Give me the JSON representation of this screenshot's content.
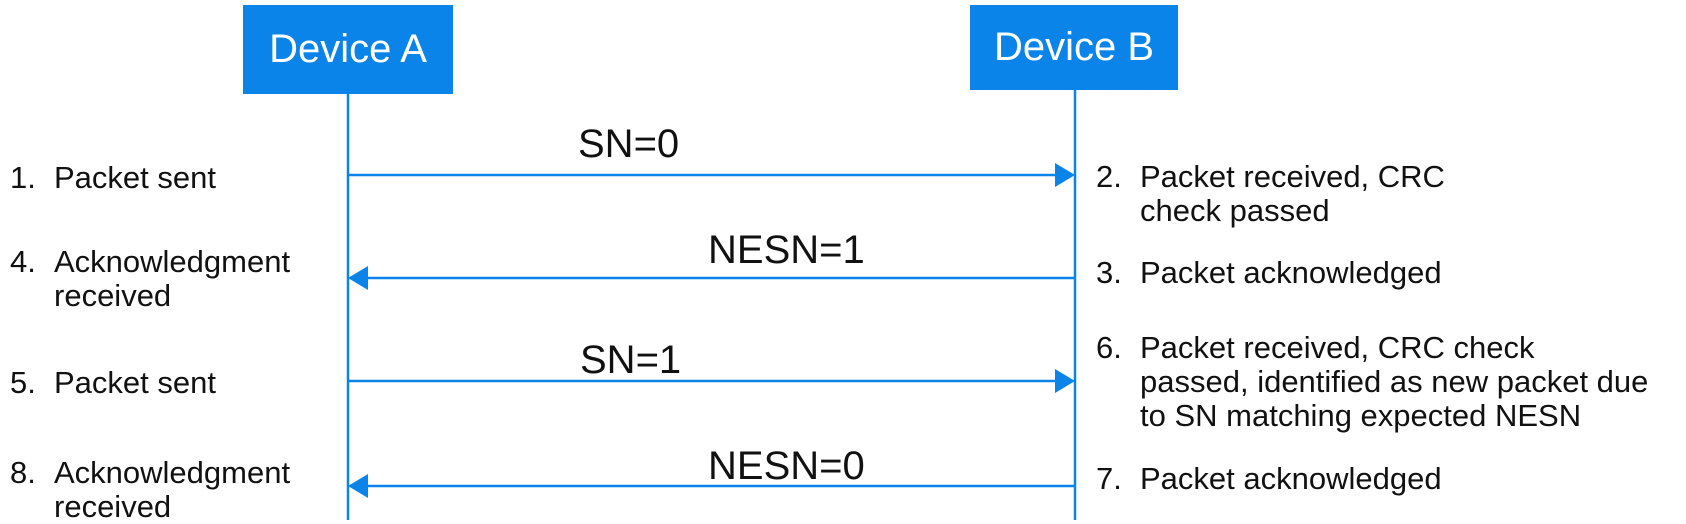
{
  "devices": {
    "a": "Device A",
    "b": "Device B"
  },
  "messages": [
    "SN=0",
    "NESN=1",
    "SN=1",
    "NESN=0"
  ],
  "steps": [
    {
      "num": "1.",
      "text": "Packet sent"
    },
    {
      "num": "2.",
      "text": "Packet received, CRC\ncheck passed"
    },
    {
      "num": "3.",
      "text": "Packet acknowledged"
    },
    {
      "num": "4.",
      "text": "Acknowledgment\nreceived"
    },
    {
      "num": "5.",
      "text": "Packet sent"
    },
    {
      "num": "6.",
      "text": "Packet received, CRC check\npassed, identified as new packet due\nto SN matching expected NESN"
    },
    {
      "num": "7.",
      "text": "Packet acknowledged"
    },
    {
      "num": "8.",
      "text": "Acknowledgment\nreceived"
    }
  ],
  "colors": {
    "accent": "#0A84E8",
    "text": "#111111"
  }
}
